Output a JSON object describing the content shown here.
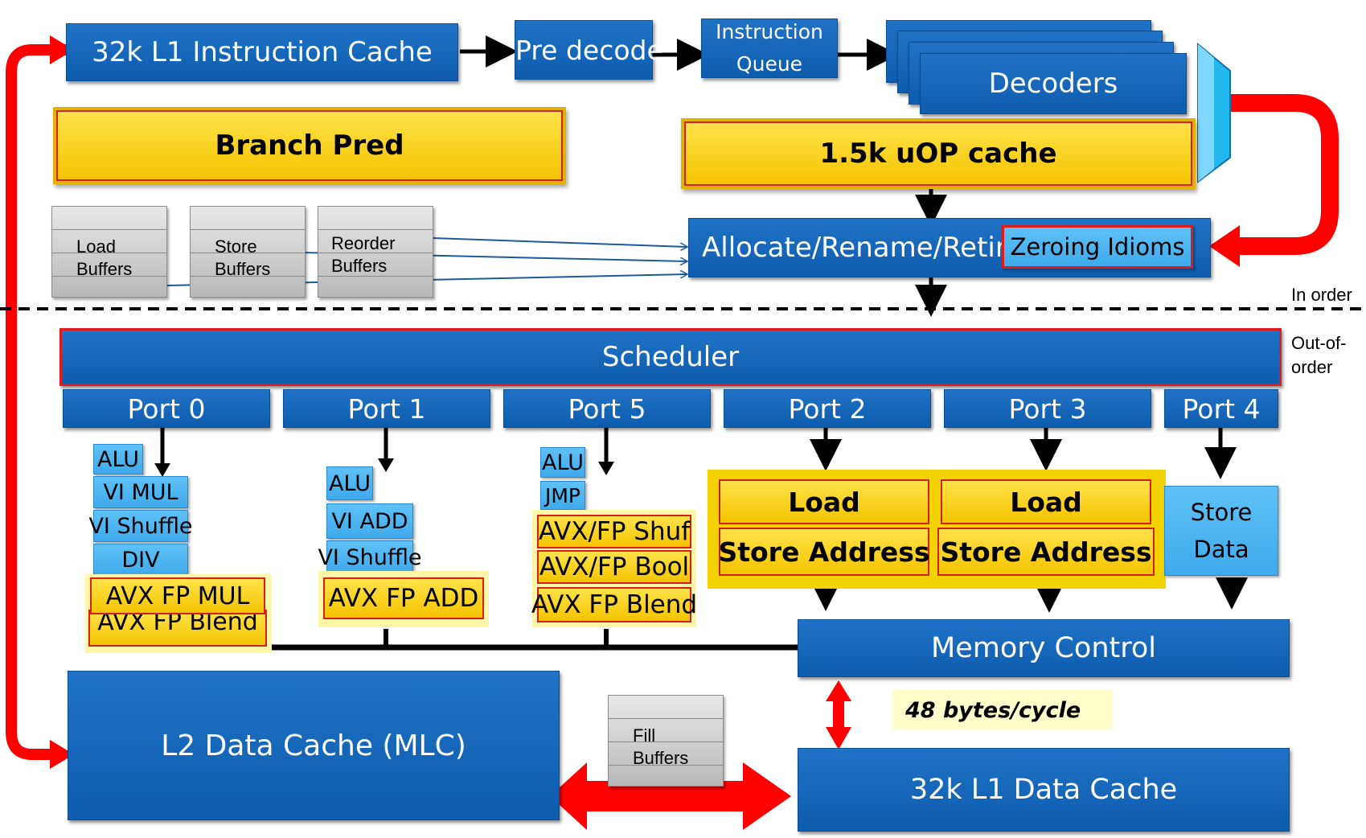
{
  "frontend": {
    "l1i": "32k L1 Instruction Cache",
    "predecode": "Pre decode",
    "iq_line1": "Instruction",
    "iq_line2": "Queue",
    "decoders": "Decoders",
    "branch_pred": "Branch Pred",
    "uop_cache": "1.5k uOP cache",
    "allocate": "Allocate/Rename/Retire",
    "zeroing": "Zeroing Idioms"
  },
  "buffers": {
    "load_1": "Load",
    "load_2": "Buffers",
    "store_1": "Store",
    "store_2": "Buffers",
    "reorder_1": "Reorder",
    "reorder_2": "Buffers",
    "fill_1": "Fill",
    "fill_2": "Buffers"
  },
  "labels": {
    "in_order": "In order",
    "ooo_1": "Out-of-",
    "ooo_2": "order"
  },
  "scheduler": "Scheduler",
  "ports": [
    "Port 0",
    "Port 1",
    "Port 5",
    "Port 2",
    "Port 3",
    "Port 4"
  ],
  "port0": {
    "alu": "ALU",
    "vimul": "VI MUL",
    "vishuf": "VI Shuffle",
    "div": "DIV",
    "avxmul": "AVX FP MUL",
    "avxblend": "AVX FP Blend"
  },
  "port1": {
    "alu": "ALU",
    "viadd": "VI ADD",
    "vishuf": "VI Shuffle",
    "avxadd": "AVX FP ADD"
  },
  "port5": {
    "alu": "ALU",
    "jmp": "JMP",
    "shuf": "AVX/FP Shuf",
    "bool": "AVX/FP Bool",
    "blend": "AVX FP Blend"
  },
  "port2": {
    "load": "Load",
    "store_addr": "Store Address"
  },
  "port3": {
    "load": "Load",
    "store_addr": "Store Address"
  },
  "port4": {
    "line1": "Store",
    "line2": "Data"
  },
  "memory": {
    "control": "Memory Control",
    "bandwidth": "48 bytes/cycle",
    "l1d": "32k L1 Data Cache",
    "l2": "L2 Data Cache (MLC)"
  },
  "colors": {
    "blue": "#1565c0",
    "light_blue": "#4fb5f0",
    "gold": "#f9d200",
    "red": "#ff0000"
  }
}
